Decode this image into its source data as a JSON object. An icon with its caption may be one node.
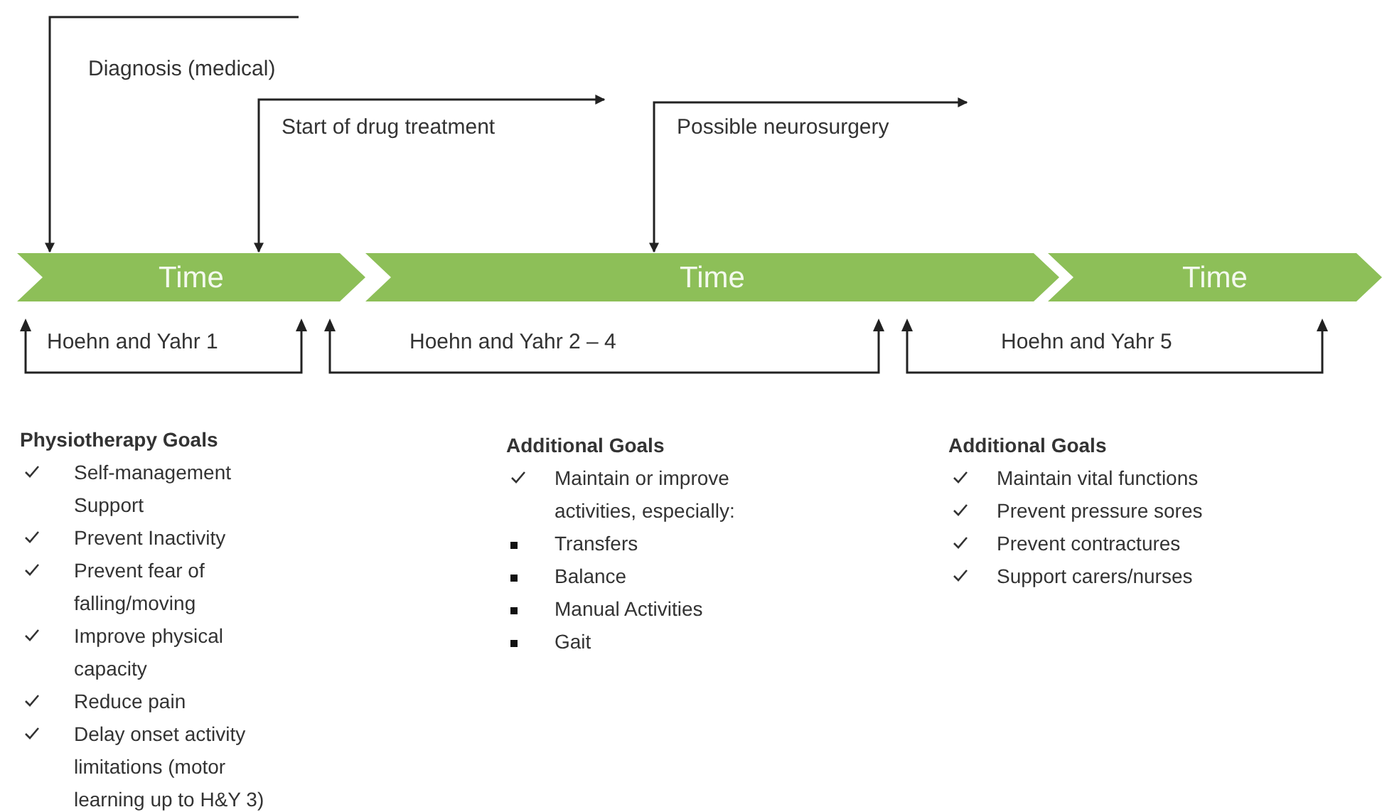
{
  "diagram": {
    "nodes": [
      {
        "text": [
          "Time"
        ]
      },
      {
        "text": [
          "Time"
        ]
      },
      {
        "text": [
          "Time"
        ]
      }
    ],
    "edges": [
      {
        "from": null,
        "to": 0,
        "arrow": "to",
        "label": "Diagnosis (medical)"
      },
      {
        "from": null,
        "to": 0,
        "arrow": "both",
        "label": "Start of drug treatment"
      },
      {
        "from": null,
        "to": 1,
        "arrow": "both",
        "label": "Possible neurosurgery"
      }
    ],
    "labels": [
      "Hoehn and Yahr 1",
      "Hoehn and Yahr 2 – 4",
      "Hoehn and Yahr 5",
      "Physiotherapy Goals",
      "Self-management Support",
      "Prevent Inactivity",
      "Prevent fear of falling/moving",
      "Improve physical capacity",
      "Reduce pain",
      "Delay onset activity limitations (motor learning up to H&Y 3)",
      "Additional Goals",
      "Maintain or improve activities, especially:",
      "Transfers",
      "Balance",
      "Manual Activities",
      "Gait",
      "Additional Goals",
      "Maintain vital functions",
      "Prevent pressure sores",
      "Prevent contractures",
      "Support carers/nurses"
    ]
  }
}
